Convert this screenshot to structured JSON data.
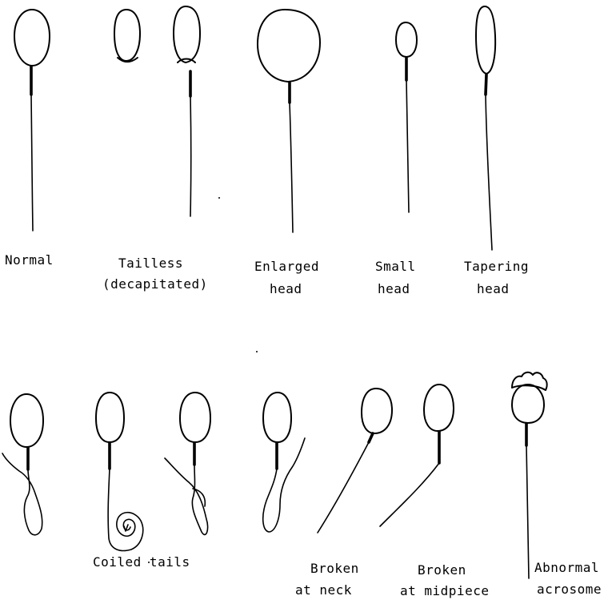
{
  "labels": {
    "normal": "Normal",
    "tailless_1": "Tailless",
    "tailless_2": "(decapitated)",
    "enlarged_1": "Enlarged",
    "enlarged_2": "head",
    "small_1": "Small",
    "small_2": "head",
    "tapering_1": "Tapering",
    "tapering_2": "head",
    "coiled": "Coiled tails",
    "broken_neck_1": "Broken",
    "broken_neck_2": "at neck",
    "broken_mid_1": "Broken",
    "broken_mid_2": "at midpiece",
    "abnormal_acrosome_1": "Abnormal",
    "abnormal_acrosome_2": "acrosome"
  }
}
